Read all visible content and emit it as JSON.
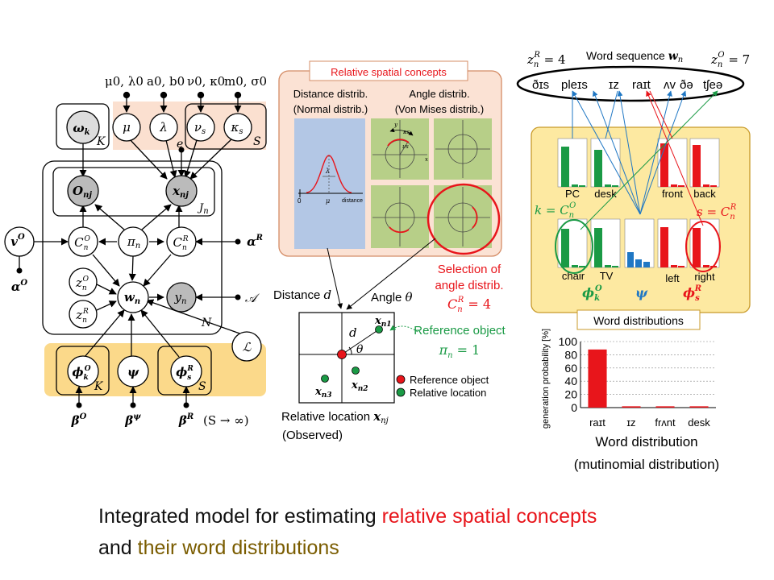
{
  "pgm": {
    "hyper_top": [
      "μ0, λ0",
      "a0, b0",
      "ν0, κ0",
      "m0, σ0"
    ],
    "nodes": {
      "omega": "ω",
      "omega_sub": "k",
      "mu": "μ",
      "lambda": "λ",
      "nu": "ν",
      "nu_sub": "s",
      "kappa": "κ",
      "kappa_sub": "s",
      "o": "O",
      "o_sub": "nj",
      "x": "x",
      "x_sub": "nj",
      "v": "v",
      "v_sup": "O",
      "alpha_o": "α",
      "alpha_o_sup": "O",
      "c_o": "C",
      "c_o_sub": "n",
      "c_o_sup": "O",
      "pi": "π",
      "pi_sub": "n",
      "c_r": "C",
      "c_r_sub": "n",
      "c_r_sup": "R",
      "alpha_r": "α",
      "alpha_r_sup": "R",
      "z_o": "z",
      "z_o_sub": "n",
      "z_o_sup": "O",
      "z_r": "z",
      "z_r_sub": "n",
      "z_r_sup": "R",
      "w": "w",
      "w_sub": "n",
      "y": "y",
      "y_sub": "n",
      "a_cal": "𝒜",
      "l_cal": "ℒ",
      "phi_o": "ϕ",
      "phi_o_sub": "k",
      "phi_o_sup": "O",
      "psi": "ψ",
      "phi_r": "ϕ",
      "phi_r_sub": "s",
      "phi_r_sup": "R",
      "beta_o": "β",
      "beta_o_sup": "O",
      "beta_psi": "β",
      "beta_psi_sup": "ψ",
      "beta_r": "β",
      "beta_r_sup": "R",
      "e": "e"
    },
    "plates": {
      "K1": "K",
      "S1": "S",
      "Jn": "J",
      "Jn_sub": "n",
      "N": "N",
      "K2": "K",
      "S2": "S"
    },
    "s_limit": "(S → ∞)"
  },
  "spatial": {
    "title": "Relative spatial concepts",
    "dist_label": "Distance distrib.",
    "dist_sub": "(Normal distrib.)",
    "angle_label": "Angle distrib.",
    "angle_sub": "(Von Mises distrib.)",
    "lambda": "λ",
    "mu": "μ",
    "zero": "0",
    "distance": "distance",
    "axis_x": "x",
    "axis_y": "y",
    "kappa": "κs",
    "nu": "νs",
    "selection_1": "Selection of",
    "selection_2": "angle distrib.",
    "selection_eq": "C",
    "selection_sub": "n",
    "selection_sup": "R",
    "selection_val": " = 4",
    "ref_obj": "Reference object",
    "ref_eq": "π",
    "ref_sub": "n",
    "ref_val": " = 1"
  },
  "location": {
    "distance_label": "Distance ",
    "distance_var": "d",
    "angle_label": "Angle ",
    "angle_var": "θ",
    "d": "d",
    "theta": "θ",
    "x1": "x",
    "x1_sub": "n1",
    "x2": "x",
    "x2_sub": "n2",
    "x3": "x",
    "x3_sub": "n3",
    "legend_ref": "Reference object",
    "legend_rel": "Relative location",
    "caption": "Relative location ",
    "caption_var": "x",
    "caption_sub": "nj",
    "observed": "(Observed)",
    "colors": {
      "ref": "#e8151b",
      "rel": "#1a9a45"
    }
  },
  "words": {
    "zr": "z",
    "zr_sub": "n",
    "zr_sup": "R",
    "zr_val": " = 4",
    "seq_label": "Word sequence ",
    "seq_var": "w",
    "seq_sub": "n",
    "zo": "z",
    "zo_sub": "n",
    "zo_sup": "O",
    "zo_val": " = 7",
    "phonemes": [
      "ðɪs",
      "pleɪs",
      "ɪz",
      "raɪt",
      "ʌv",
      "ðə",
      "tʃeə"
    ],
    "top_labels": [
      "PC",
      "desk",
      "front",
      "back"
    ],
    "mid_labels": [
      "chair",
      "TV",
      "left",
      "right"
    ],
    "k_eq": "k = C",
    "k_sub": "n",
    "k_sup": "O",
    "s_eq": "s = C",
    "s_sub": "n",
    "s_sup": "R",
    "phi_o": "ϕ",
    "phi_o_sub": "k",
    "phi_o_sup": "O",
    "psi": "ψ",
    "phi_r": "ϕ",
    "phi_r_sub": "s",
    "phi_r_sup": "R",
    "box_title": "Word distributions",
    "colors": {
      "green": "#1a9a45",
      "red": "#e8151b",
      "blue": "#1f77c4",
      "panel": "#fde9a1"
    }
  },
  "chart_data": {
    "type": "bar",
    "categories": [
      "raɪt",
      "ɪz",
      "frʌnt",
      "desk"
    ],
    "values": [
      88,
      2,
      2,
      2
    ],
    "ylabel": "generation probability [%]",
    "ylim": [
      0,
      100
    ],
    "yticks": [
      "0",
      "20",
      "40",
      "60",
      "80",
      "100"
    ],
    "grid": true,
    "title": "Word distribution",
    "subtitle": "(mutinomial distribution)"
  },
  "caption": {
    "line1_a": "Integrated model for estimating ",
    "line1_b": "relative spatial concepts",
    "line2_a": "and ",
    "line2_b": "their word distributions"
  }
}
